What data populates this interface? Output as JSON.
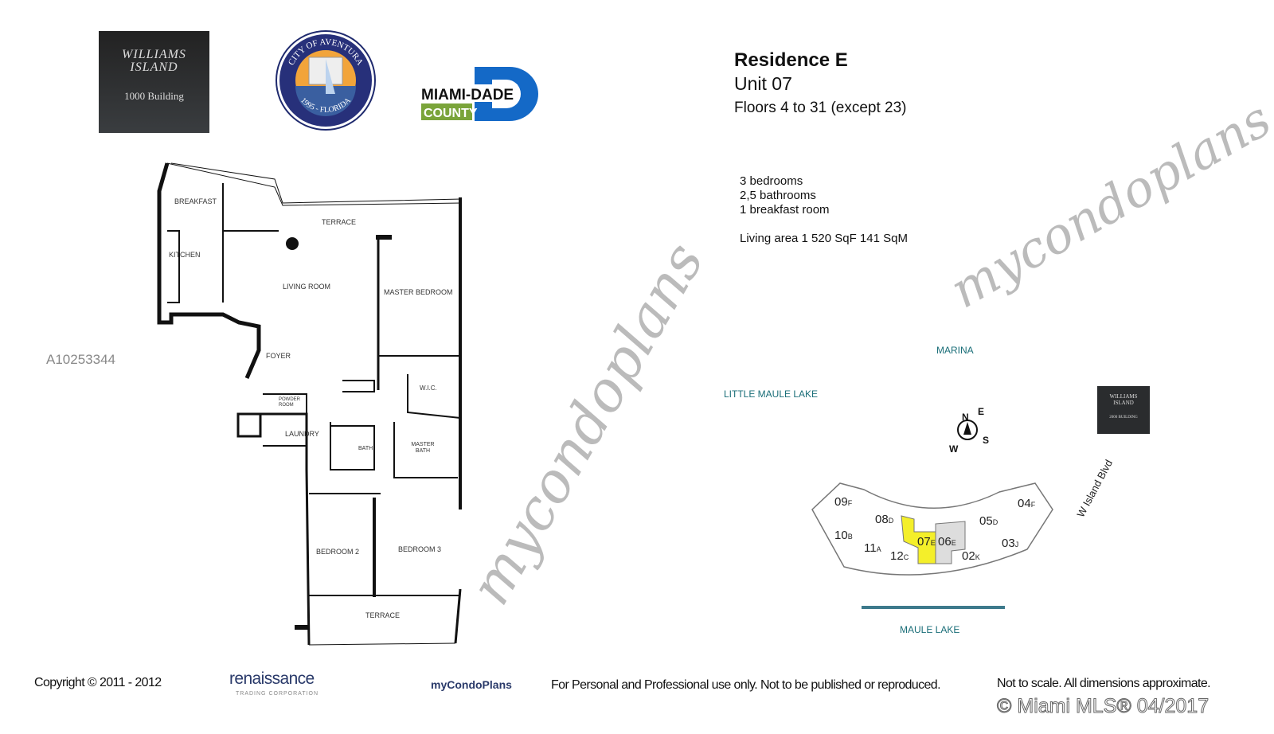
{
  "logos": {
    "williams_island": {
      "script": "WILLIAMS ISLAND",
      "building": "1000 Building"
    },
    "aventura_seal": {
      "top": "CITY OF AVENTURA",
      "bottom": "1995 - FLORIDA"
    },
    "miami_dade": {
      "line1": "MIAMI-DADE",
      "line2": "COUNTY"
    },
    "small_logo": {
      "script": "WILLIAMS ISLAND",
      "building": "2000 BUILDING"
    }
  },
  "header": {
    "residence": "Residence E",
    "unit": "Unit 07",
    "floors": "Floors 4 to 31 (except 23)"
  },
  "specs": {
    "bedrooms": "3 bedrooms",
    "bathrooms": "2,5 bathrooms",
    "breakfast": "1 breakfast room",
    "area": "Living area 1 520 SqF  141 SqM"
  },
  "rooms": {
    "breakfast": "BREAKFAST",
    "terrace_top": "TERRACE",
    "kitchen": "KITCHEN",
    "living": "LIVING ROOM",
    "master_bedroom": "MASTER BEDROOM",
    "foyer": "FOYER",
    "wic": "W.I.C.",
    "powder": "POWDER ROOM",
    "laundry": "LAUNDRY",
    "bath": "BATH",
    "master_bath": "MASTER BATH",
    "bedroom2": "BEDROOM 2",
    "bedroom3": "BEDROOM 3",
    "terrace_bottom": "TERRACE"
  },
  "mls_id": "A10253344",
  "site": {
    "marina": "MARINA",
    "little_maule": "LITTLE MAULE LAKE",
    "maule": "MAULE LAKE",
    "road": "W Island Blvd",
    "compass": [
      "N",
      "E",
      "S",
      "W"
    ],
    "units": [
      {
        "num": "09",
        "type": "F"
      },
      {
        "num": "08",
        "type": "D"
      },
      {
        "num": "10",
        "type": "B"
      },
      {
        "num": "11",
        "type": "A"
      },
      {
        "num": "12",
        "type": "C"
      },
      {
        "num": "07",
        "type": "E"
      },
      {
        "num": "06",
        "type": "E"
      },
      {
        "num": "05",
        "type": "D"
      },
      {
        "num": "04",
        "type": "F"
      },
      {
        "num": "03",
        "type": "J"
      },
      {
        "num": "02",
        "type": "K"
      }
    ],
    "highlight_color": "#f4ef2a"
  },
  "watermark": "mycondoplans",
  "footer": {
    "copyright": "Copyright © 2011 - 2012",
    "renaissance": "renaissance",
    "renaissance_sub": "TRADING CORPORATION",
    "mycondoplans": "myCondoPlans",
    "notice": "For Personal and Professional use only.  Not to be published or reproduced.",
    "scale": "Not to scale.  All dimensions approximate.",
    "mls": "© Miami MLS® 04/2017"
  }
}
